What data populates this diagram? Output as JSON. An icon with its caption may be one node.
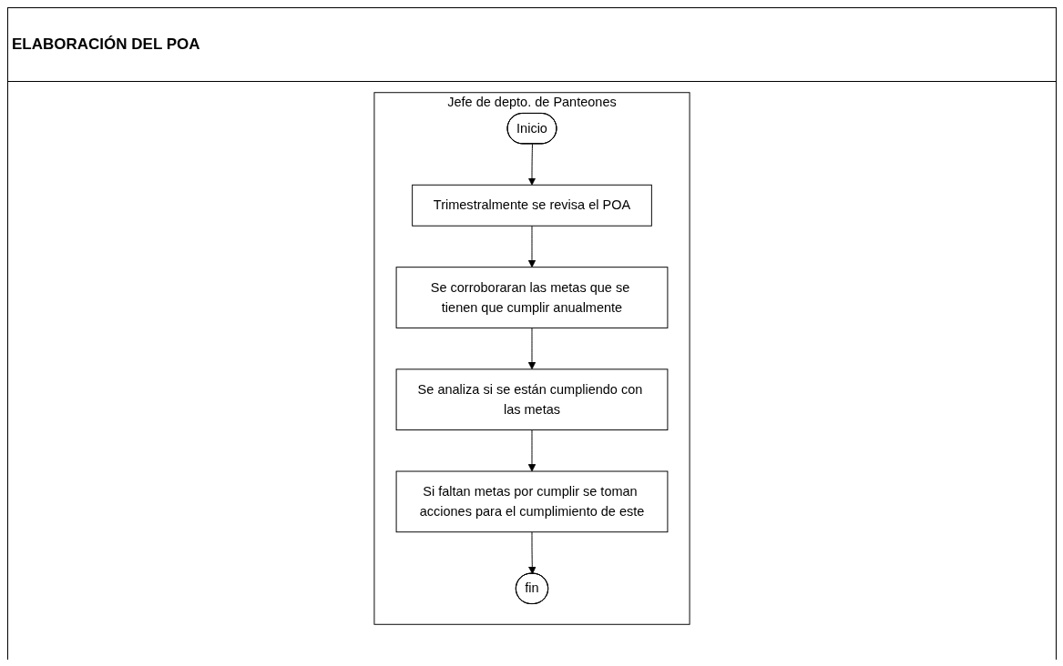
{
  "diagram": {
    "title": "ELABORACIÓN DEL POA",
    "nodes": [
      {
        "text": [
          "Jefe de depto. de Panteones"
        ]
      },
      {
        "text": [
          "Inicio"
        ],
        "in": 0
      },
      {
        "text": [
          "Trimestralmente se revisa el POA"
        ],
        "in": 0
      },
      {
        "text": [
          "Se corroboraran las metas que se tienen que cumplir anualmente"
        ],
        "in": 0
      },
      {
        "text": [
          "Se analiza si se están cumpliendo con las metas"
        ],
        "in": 0
      },
      {
        "text": [
          "Si faltan metas por cumplir se toman acciones para el cumplimiento de este"
        ],
        "in": 0
      },
      {
        "text": [
          "fin"
        ],
        "in": 0
      }
    ],
    "edges": [
      {
        "from": 1,
        "to": 2,
        "arrow": "to"
      },
      {
        "from": 2,
        "to": 3,
        "arrow": "to"
      },
      {
        "from": 3,
        "to": 4,
        "arrow": "to"
      },
      {
        "from": 4,
        "to": 5,
        "arrow": "to"
      },
      {
        "from": 5,
        "to": 6,
        "arrow": "to"
      }
    ]
  }
}
